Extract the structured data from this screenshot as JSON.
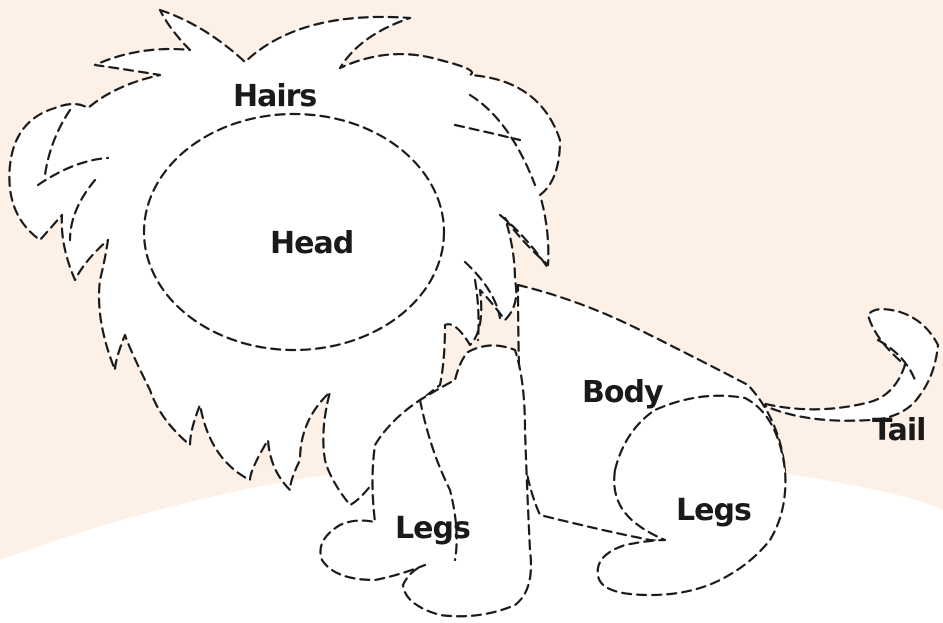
{
  "labels": {
    "hairs": "Hairs",
    "head": "Head",
    "body": "Body",
    "legs_front": "Legs",
    "legs_back": "Legs",
    "tail": "Tail"
  },
  "colors": {
    "background": "#fdf0e6",
    "ground": "#ffffff",
    "outline": "#1a1a1a"
  }
}
